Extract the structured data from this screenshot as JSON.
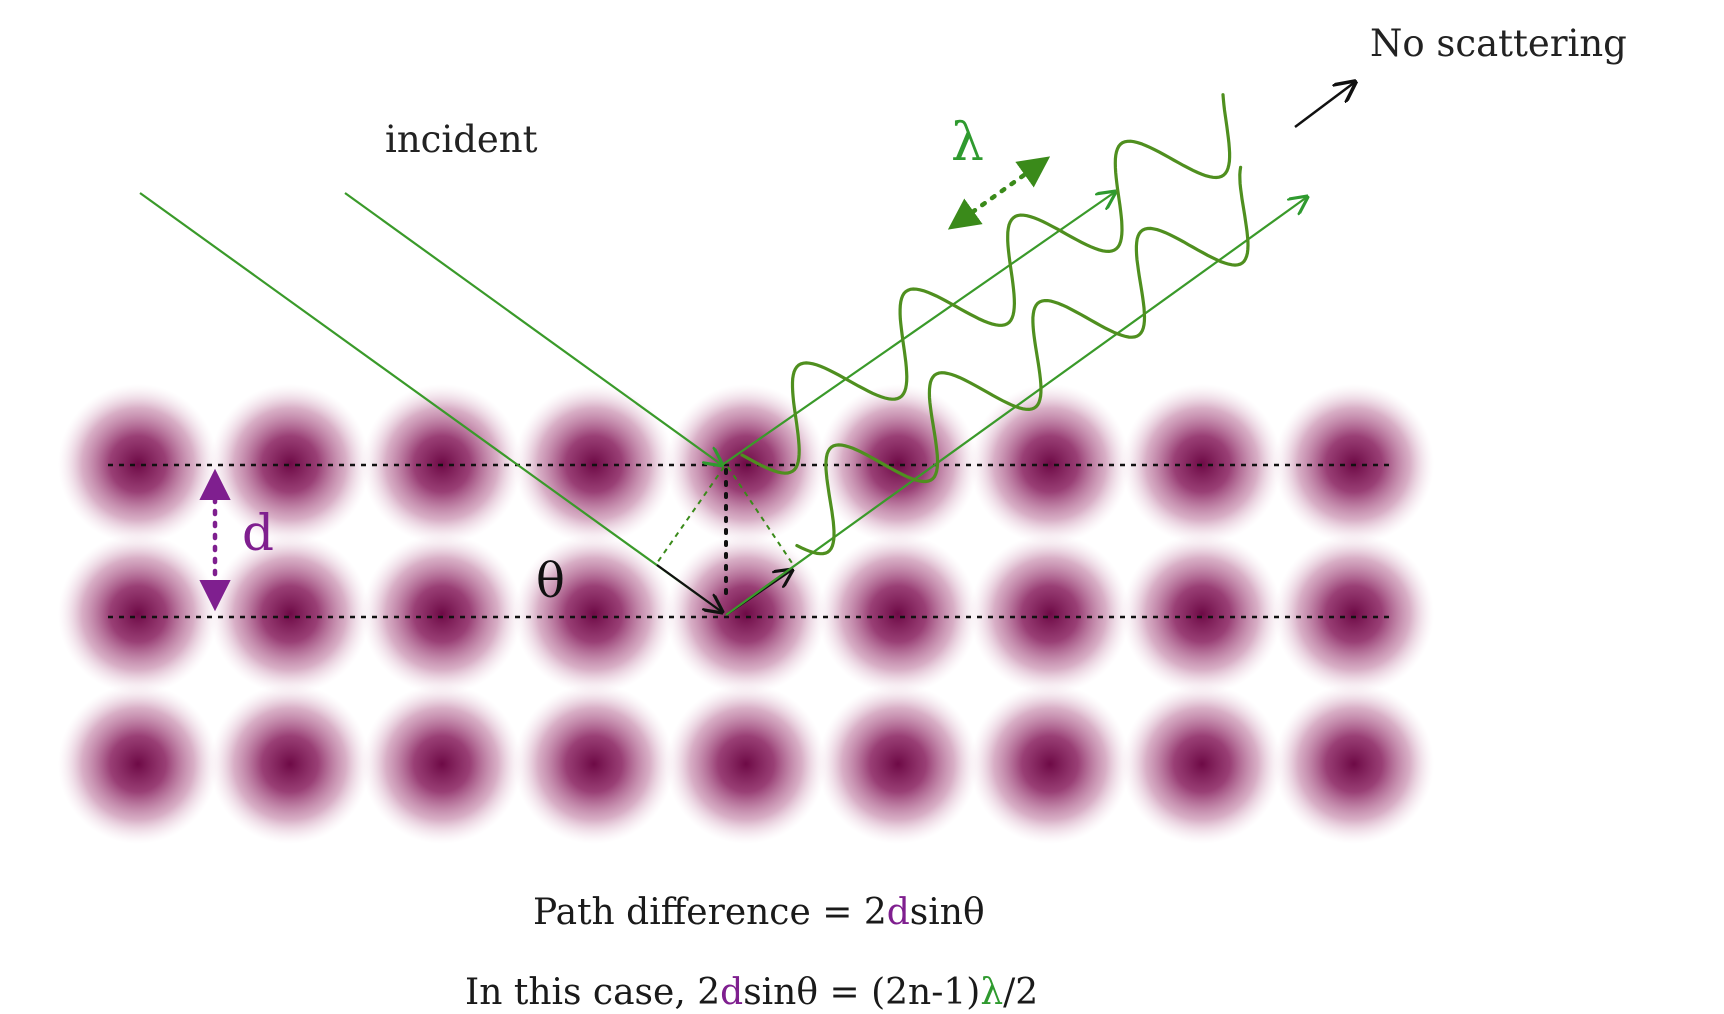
{
  "labels": {
    "incident": "incident",
    "no_scattering": "No scattering",
    "lambda": "λ",
    "d": "d",
    "theta": "θ"
  },
  "formulas": {
    "path_difference": {
      "prefix": "Path difference = 2",
      "d": "d",
      "suffix": "sinθ"
    },
    "condition": {
      "prefix": "In this case, 2",
      "d": "d",
      "middle": "sinθ = (2n-1)",
      "lambda": "λ",
      "suffix": "/2"
    }
  },
  "lattice": {
    "rows": 3,
    "columns": 9
  },
  "colors": {
    "atom": "#7a0b4f",
    "wave": "#4f8f1f",
    "ray": "#3a9a2a",
    "accent_purple": "#7f1f8f",
    "accent_green": "#2f9a2f",
    "text": "#222222"
  },
  "icons": [
    "double-arrow-d-icon",
    "double-arrow-lambda-icon",
    "outgoing-arrow-icon"
  ]
}
